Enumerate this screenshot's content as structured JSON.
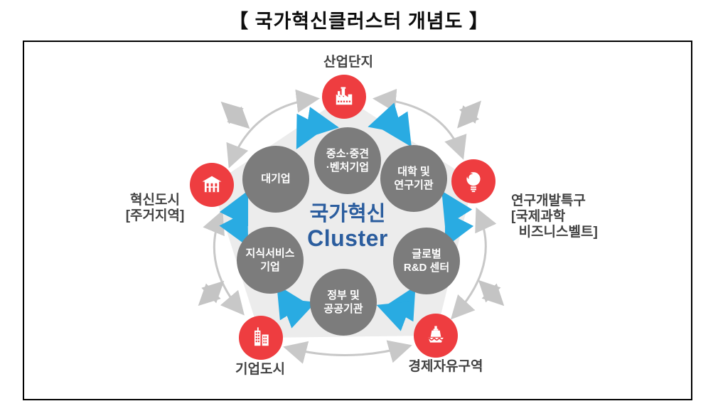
{
  "title": "【 국가혁신클러스터 개념도 】",
  "center": {
    "line_ko": "국가혁신",
    "line_en": "Cluster"
  },
  "inner_nodes": {
    "sme": "중소·중견\n·벤처기업",
    "large_corp": "대기업",
    "university": "대학 및\n연구기관",
    "knowledge_service": "지식서비스\n기업",
    "global_rnd": "글로벌\nR&D 센터",
    "government": "정부 및\n공공기관"
  },
  "outer_nodes": {
    "industrial_complex": "산업단지",
    "innovation_city": "혁신도시\n[주거지역]",
    "rnd_special_zone": "연구개발특구\n[국제과학\n  비즈니스벨트]",
    "company_city": "기업도시",
    "free_economic_zone": "경제자유구역"
  },
  "colors": {
    "node_red": "#ee3d40",
    "node_gray": "#7c7c7c",
    "center_blue": "#2b5d9e",
    "arrow_blue": "#29abe2",
    "arrow_gray": "#c8c8c8",
    "pentagon_gray": "#ececec",
    "label_dark": "#424242"
  }
}
